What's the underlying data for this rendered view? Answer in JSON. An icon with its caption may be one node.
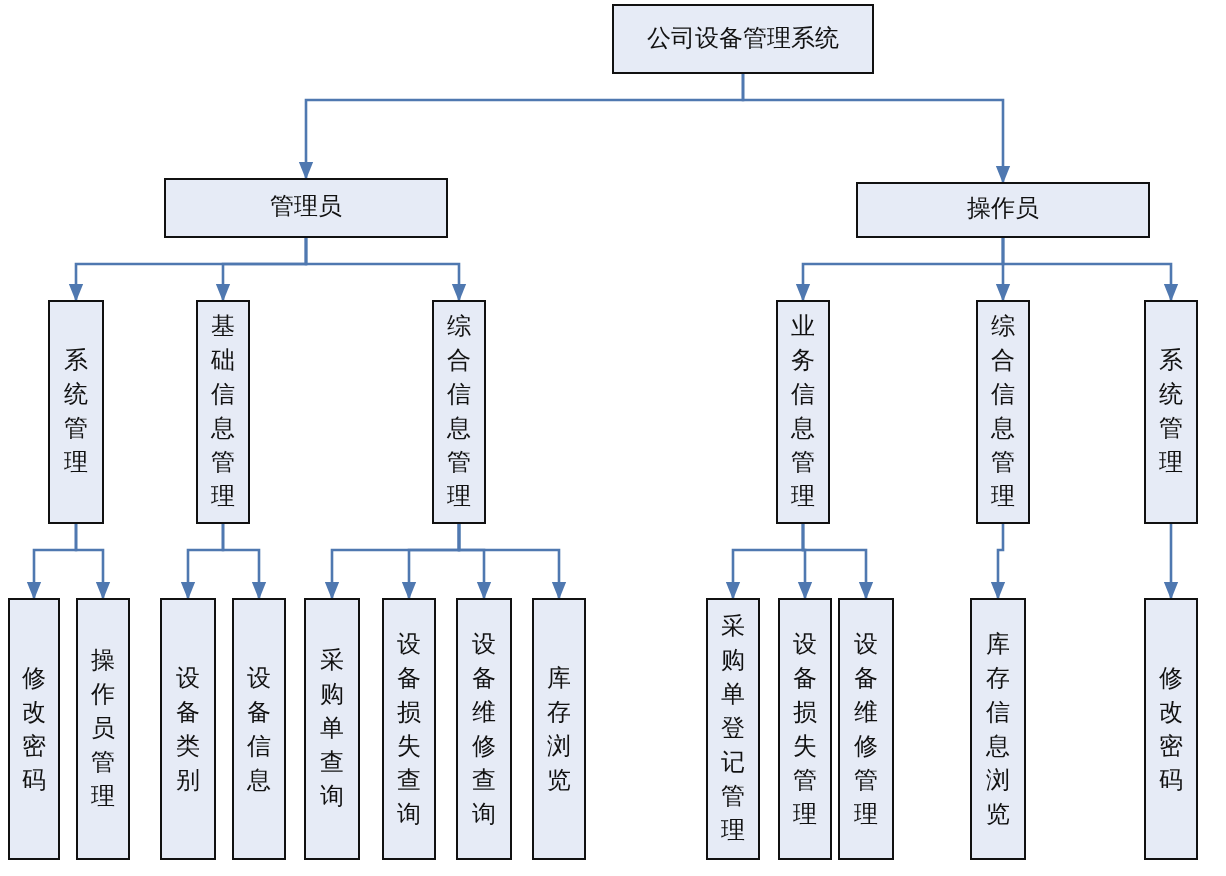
{
  "diagram": {
    "nodes": [
      {
        "text": [
          "公司设备管理系统"
        ]
      },
      {
        "text": [
          "管理员"
        ]
      },
      {
        "text": [
          "系统管理"
        ]
      },
      {
        "text": [
          "基础信息管理"
        ]
      },
      {
        "text": [
          "综合信息管理"
        ]
      },
      {
        "text": [
          "修改密码"
        ]
      },
      {
        "text": [
          "操作员管理"
        ]
      },
      {
        "text": [
          "设备类别"
        ]
      },
      {
        "text": [
          "设备信息"
        ]
      },
      {
        "text": [
          "采购单查询"
        ]
      },
      {
        "text": [
          "设备损失查询"
        ]
      },
      {
        "text": [
          "设备维修查询"
        ]
      },
      {
        "text": [
          "库存浏览"
        ]
      },
      {
        "text": [
          "操作员"
        ]
      },
      {
        "text": [
          "业务信息管理"
        ]
      },
      {
        "text": [
          "综合信息管理"
        ]
      },
      {
        "text": [
          "系统管理"
        ]
      },
      {
        "text": [
          "采购单登记管理"
        ]
      },
      {
        "text": [
          "设备损失管理"
        ]
      },
      {
        "text": [
          "设备维修管理"
        ]
      },
      {
        "text": [
          "库存信息浏览"
        ]
      },
      {
        "text": [
          "修改密码"
        ]
      }
    ],
    "edges": [
      {
        "from": 0,
        "to": 1,
        "arrow": "to"
      },
      {
        "from": 0,
        "to": 13,
        "arrow": "to"
      },
      {
        "from": 1,
        "to": 2,
        "arrow": "to"
      },
      {
        "from": 1,
        "to": 3,
        "arrow": "to"
      },
      {
        "from": 1,
        "to": 4,
        "arrow": "to"
      },
      {
        "from": 2,
        "to": 5,
        "arrow": "to"
      },
      {
        "from": 2,
        "to": 6,
        "arrow": "to"
      },
      {
        "from": 3,
        "to": 7,
        "arrow": "to"
      },
      {
        "from": 3,
        "to": 8,
        "arrow": "to"
      },
      {
        "from": 4,
        "to": 9,
        "arrow": "to"
      },
      {
        "from": 4,
        "to": 10,
        "arrow": "to"
      },
      {
        "from": 4,
        "to": 11,
        "arrow": "to"
      },
      {
        "from": 4,
        "to": 12,
        "arrow": "to"
      },
      {
        "from": 13,
        "to": 14,
        "arrow": "to"
      },
      {
        "from": 13,
        "to": 15,
        "arrow": "to"
      },
      {
        "from": 13,
        "to": 16,
        "arrow": "to"
      },
      {
        "from": 14,
        "to": 17,
        "arrow": "to"
      },
      {
        "from": 14,
        "to": 18,
        "arrow": "to"
      },
      {
        "from": 14,
        "to": 19,
        "arrow": "to"
      },
      {
        "from": 15,
        "to": 20,
        "arrow": "to"
      },
      {
        "from": 16,
        "to": 21,
        "arrow": "to"
      }
    ]
  }
}
